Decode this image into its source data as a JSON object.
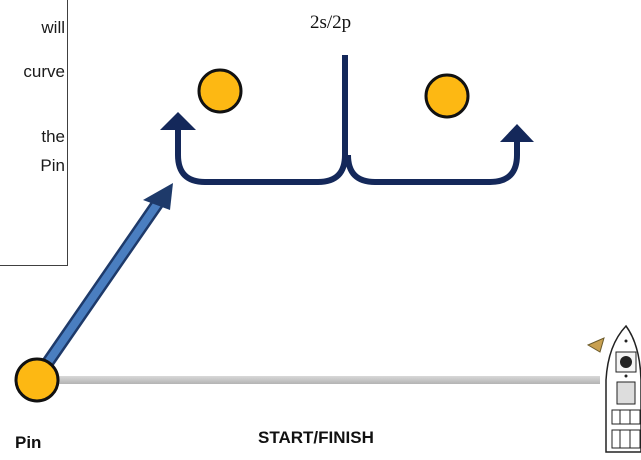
{
  "note": {
    "lines": [
      "will",
      "curve",
      "the",
      "Pin"
    ]
  },
  "gate_label": "2s/2p",
  "pin_label": "Pin",
  "line_label": "START/FINISH",
  "colors": {
    "mark": "#FDB813",
    "mark_outline": "#111111",
    "route_arrow": "#14285A",
    "start_arrow": "#4A7EC0",
    "start_line": "#C8C8C8"
  },
  "icons": [
    "gate-mark-icon",
    "pin-mark-icon",
    "committee-boat-icon",
    "flag-icon"
  ]
}
